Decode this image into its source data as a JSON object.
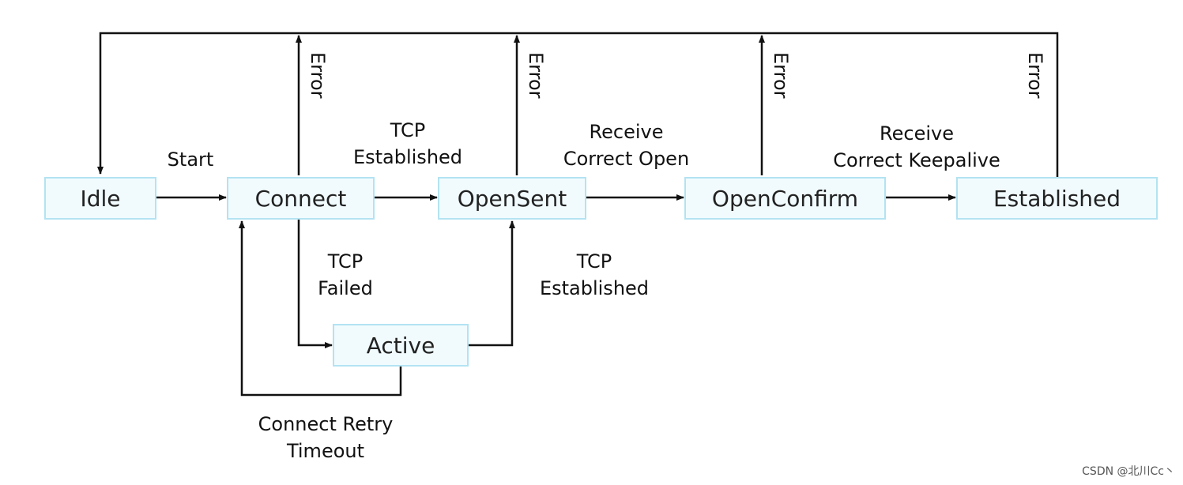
{
  "states": {
    "idle": "Idle",
    "connect": "Connect",
    "opensent": "OpenSent",
    "openconfirm": "OpenConfirm",
    "established": "Established",
    "active": "Active"
  },
  "edges": {
    "start": "Start",
    "tcp_established_top": "TCP\nEstablished",
    "receive_open": "Receive\nCorrect Open",
    "receive_keepalive": "Receive\nCorrect Keepalive",
    "tcp_failed": "TCP\nFailed",
    "tcp_established_bottom": "TCP\nEstablished",
    "retry_timeout": "Connect Retry\nTimeout",
    "error": "Error"
  },
  "watermark": "CSDN @北川Cc丶"
}
